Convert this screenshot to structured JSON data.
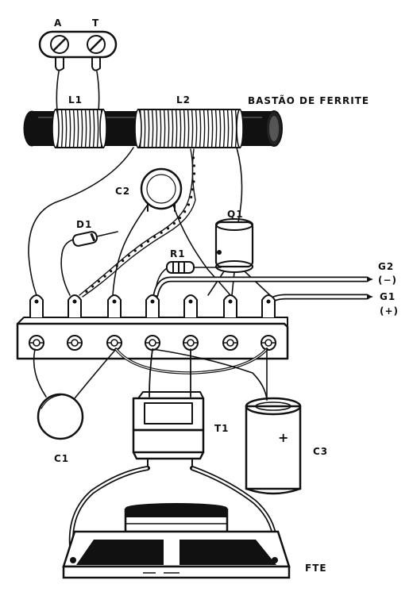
{
  "labels": {
    "antenna": "A",
    "ground": "T",
    "l1": "L1",
    "l2": "L2",
    "ferrite": "BASTÃO DE FERRITE",
    "c2": "C2",
    "d1": "D1",
    "q1": "Q1",
    "r1": "R1",
    "g2": "G2",
    "g2_sign": "(−)",
    "g1": "G1",
    "g1_sign": "(+)",
    "c1": "C1",
    "t1": "T1",
    "c3": "C3",
    "c3_plus": "+",
    "speaker": "FTE"
  }
}
